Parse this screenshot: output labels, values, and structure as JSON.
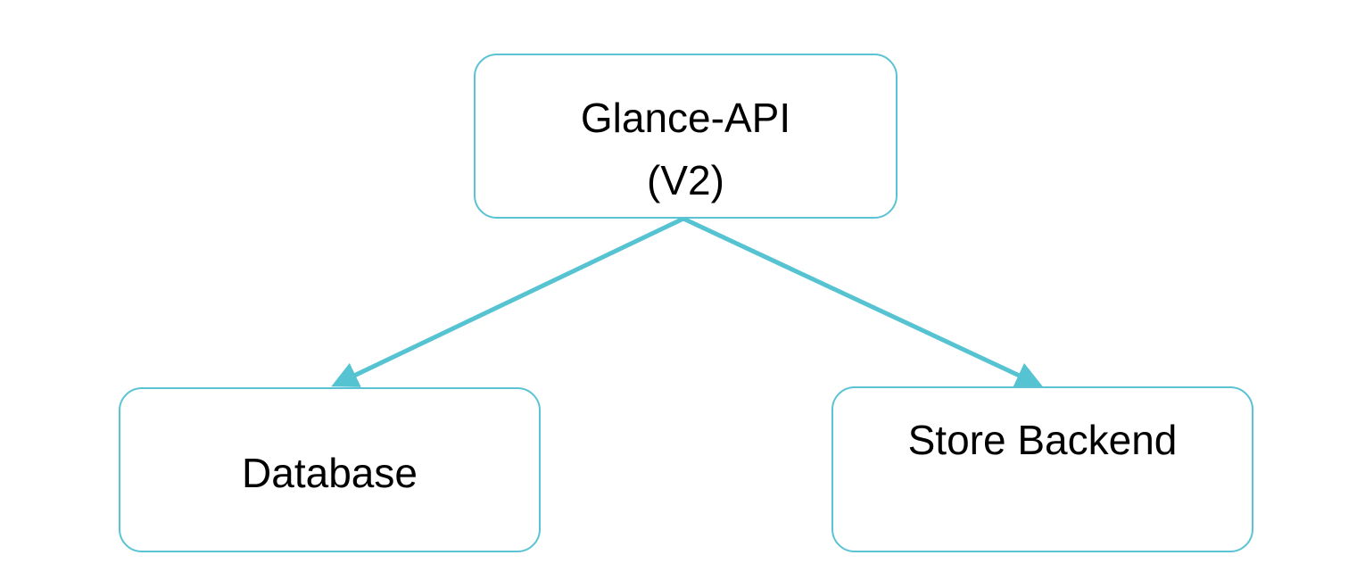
{
  "diagram": {
    "nodes": {
      "glance_api": {
        "line1": "Glance-API",
        "line2": "(V2)"
      },
      "database": {
        "label": "Database"
      },
      "store_backend": {
        "label": "Store Backend"
      }
    },
    "edges": [
      {
        "from": "glance_api",
        "to": "database"
      },
      {
        "from": "glance_api",
        "to": "store_backend"
      }
    ],
    "colors": {
      "border": "#5bc3d3",
      "arrow": "#56c3d2",
      "text": "#000000",
      "background": "#ffffff"
    }
  }
}
